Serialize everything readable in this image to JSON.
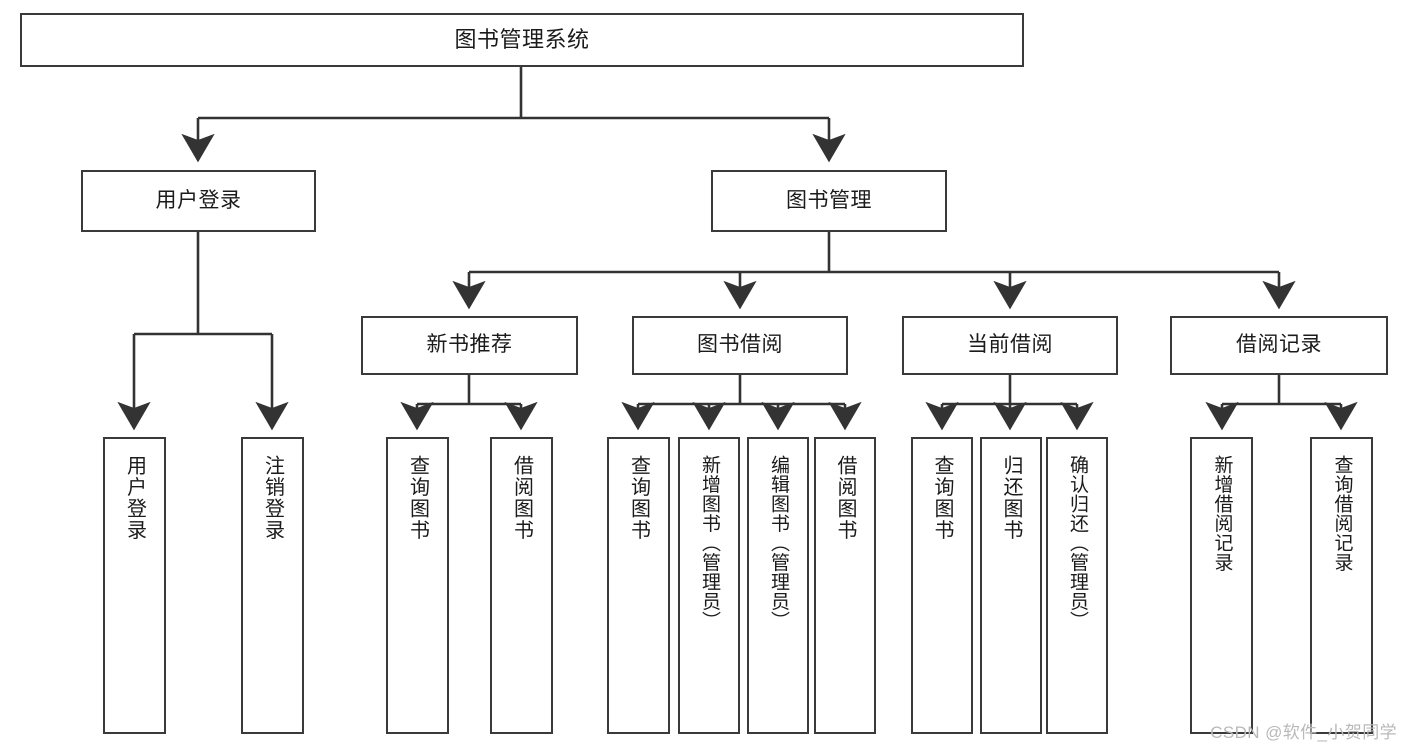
{
  "diagram": {
    "type": "tree-hierarchy-chart",
    "title": "图书管理系统",
    "watermark": "CSDN @软件_小贺同学",
    "colors": {
      "background": "#ffffff",
      "box_border": "#3a3a3a",
      "box_fill": "#ffffff",
      "connector": "#333333",
      "text": "#1b1b1b",
      "watermark": "#b9b9b9"
    },
    "root": {
      "label": "图书管理系统"
    },
    "level2": [
      {
        "id": "user-login",
        "label": "用户登录"
      },
      {
        "id": "book-management",
        "label": "图书管理"
      }
    ],
    "level3": [
      {
        "id": "new-book-recommend",
        "label": "新书推荐",
        "parent": "book-management"
      },
      {
        "id": "book-borrow",
        "label": "图书借阅",
        "parent": "book-management"
      },
      {
        "id": "current-borrow",
        "label": "当前借阅",
        "parent": "book-management"
      },
      {
        "id": "borrow-record",
        "label": "借阅记录",
        "parent": "book-management"
      }
    ],
    "leaves": {
      "user-login": [
        {
          "id": "leaf-user-login",
          "label": "用户登录"
        },
        {
          "id": "leaf-user-logout",
          "label": "注销登录"
        }
      ],
      "new-book-recommend": [
        {
          "id": "leaf-query-book-1",
          "label": "查询图书"
        },
        {
          "id": "leaf-borrow-book-1",
          "label": "借阅图书"
        }
      ],
      "book-borrow": [
        {
          "id": "leaf-query-book-2",
          "label": "查询图书"
        },
        {
          "id": "leaf-add-book",
          "label": "新增图书（管理员）"
        },
        {
          "id": "leaf-edit-book",
          "label": "编辑图书（管理员）"
        },
        {
          "id": "leaf-borrow-book-2",
          "label": "借阅图书"
        }
      ],
      "current-borrow": [
        {
          "id": "leaf-query-book-3",
          "label": "查询图书"
        },
        {
          "id": "leaf-return-book",
          "label": "归还图书"
        },
        {
          "id": "leaf-confirm-return",
          "label": "确认归还（管理员）"
        }
      ],
      "borrow-record": [
        {
          "id": "leaf-add-record",
          "label": "新增借阅记录"
        },
        {
          "id": "leaf-query-record",
          "label": "查询借阅记录"
        }
      ]
    }
  }
}
